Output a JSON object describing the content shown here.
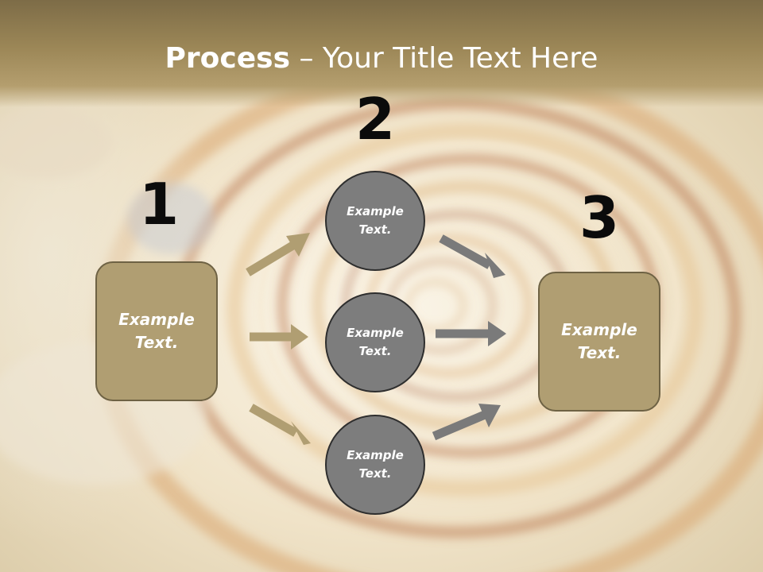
{
  "title": {
    "strong": "Process",
    "rest": " – Your Title Text Here"
  },
  "steps": {
    "one": "1",
    "two": "2",
    "three": "3"
  },
  "left_box": {
    "text": "Example\nText."
  },
  "middle_circles": [
    {
      "text": "Example\nText."
    },
    {
      "text": "Example\nText."
    },
    {
      "text": "Example\nText."
    }
  ],
  "right_box": {
    "text": "Example\nText."
  },
  "colors": {
    "box_fill": "#b09e72",
    "circle_fill": "#7d7d7d",
    "left_arrows": "#b09e72",
    "right_arrows": "#7a7a7a",
    "title_band": "#9c8757"
  }
}
